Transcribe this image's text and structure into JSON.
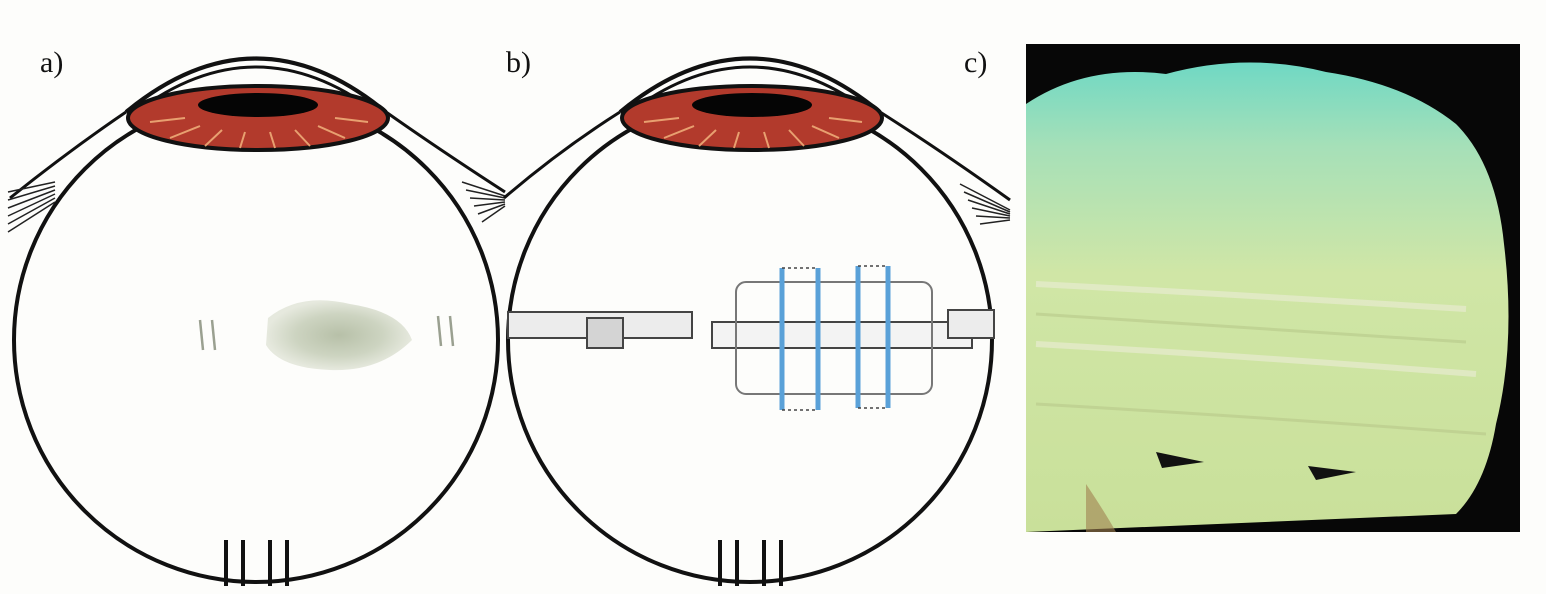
{
  "figure": {
    "panels": [
      {
        "id": "a",
        "label": "a)"
      },
      {
        "id": "b",
        "label": "b)"
      },
      {
        "id": "c",
        "label": "c)"
      }
    ],
    "colors": {
      "outline": "#111111",
      "iris": "#b23a2c",
      "pupil": "#050505",
      "suture_blue": "#5aa1d8",
      "lesion": "#c8cfbd",
      "tissue": "#d8e8a8",
      "tissue_edge": "#7fd8c0",
      "photo_bg": "#070707"
    }
  }
}
